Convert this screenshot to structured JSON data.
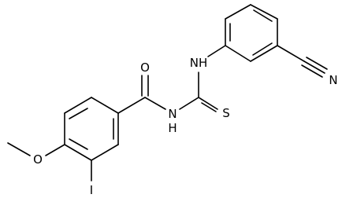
{
  "molecule": {
    "atoms": {
      "O_carbonyl": "O",
      "NH_amide": "N",
      "H_amide": "H",
      "NH_aryl": "NH",
      "S_thio": "S",
      "N_nitrile": "N",
      "O_methoxy": "O",
      "I": "I"
    }
  }
}
